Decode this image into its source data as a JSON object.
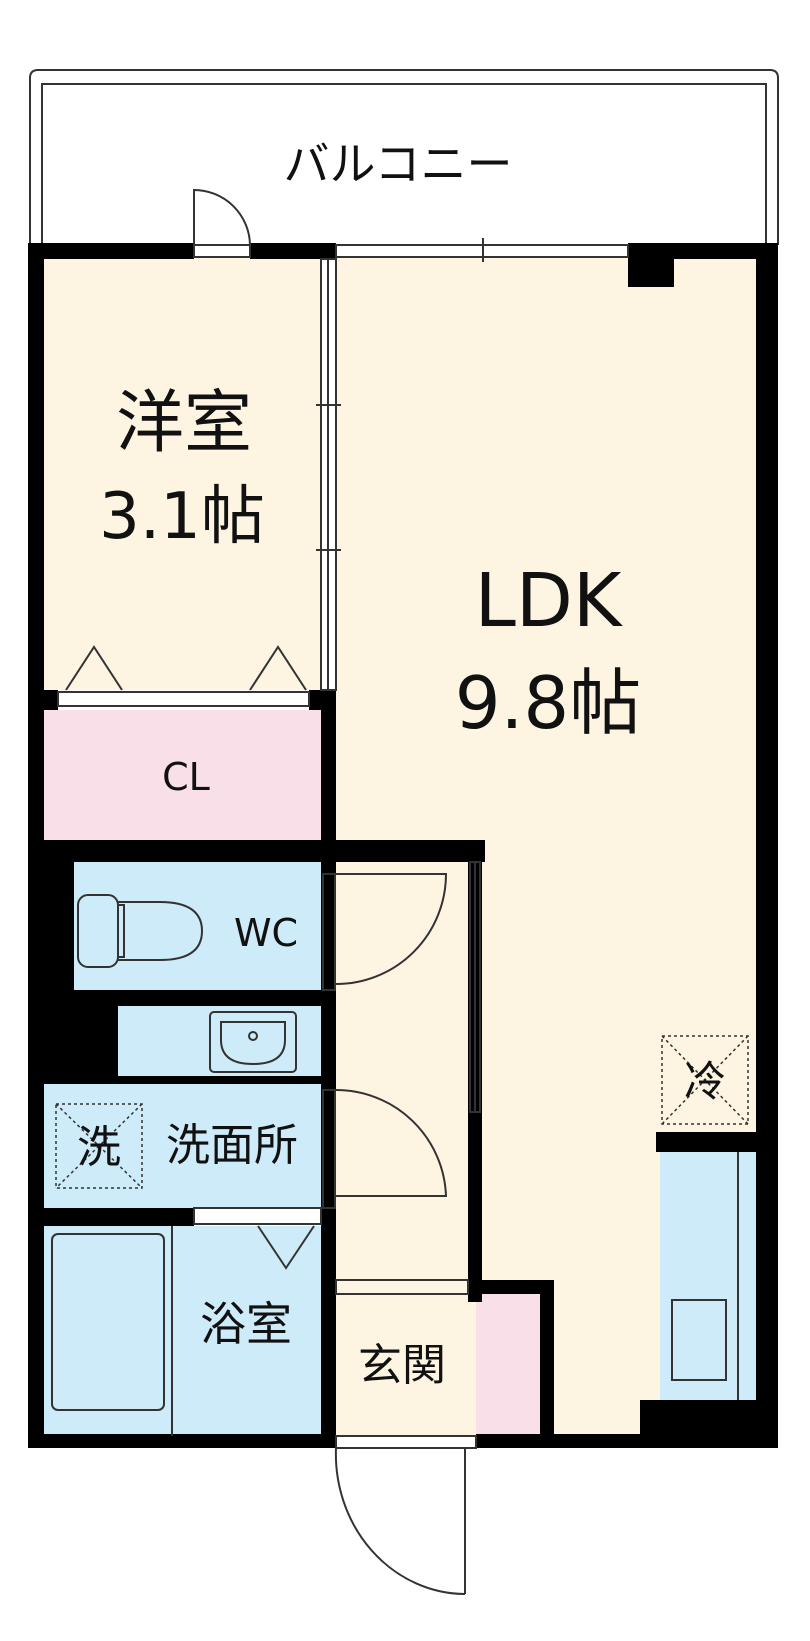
{
  "rooms": {
    "balcony": "バルコニー",
    "western_room": {
      "name": "洋室",
      "size": "3.1帖"
    },
    "ldk": {
      "name": "LDK",
      "size": "9.8帖"
    },
    "closet": "CL",
    "toilet": "WC",
    "washroom": "洗面所",
    "washer_space": "洗",
    "refrigerator_space": "冷",
    "bathroom": "浴室",
    "entrance": "玄関"
  },
  "colors": {
    "wall": "#000000",
    "living_floor": "#fdf5e2",
    "wet_area": "#cdebf8",
    "closet": "#f8dfe8",
    "shoe_box": "#f8dfe8",
    "line": "#333333"
  }
}
